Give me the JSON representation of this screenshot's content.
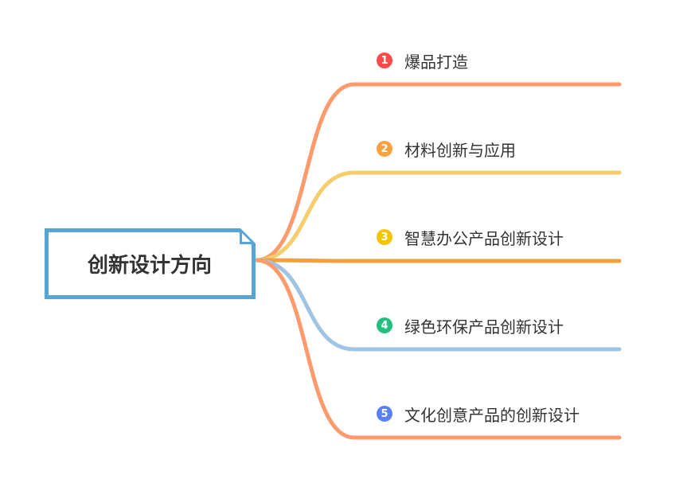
{
  "root": {
    "title": "创新设计方向",
    "border_color": "#56a5d6"
  },
  "branches": [
    {
      "number": "1",
      "label": "爆品打造",
      "line_color": "#ff9a6c",
      "badge_color": "#ff4a4a"
    },
    {
      "number": "2",
      "label": "材料创新与应用",
      "line_color": "#f5cd6b",
      "badge_color": "#ffa03c"
    },
    {
      "number": "3",
      "label": "智慧办公产品创新设计",
      "line_color": "#f2a03e",
      "badge_color": "#f5c400"
    },
    {
      "number": "4",
      "label": "绿色环保产品创新设计",
      "line_color": "#9fc3e2",
      "badge_color": "#22c07e"
    },
    {
      "number": "5",
      "label": "文化创意产品的创新设计",
      "line_color": "#ff9a6c",
      "badge_color": "#5b7ff5"
    }
  ]
}
